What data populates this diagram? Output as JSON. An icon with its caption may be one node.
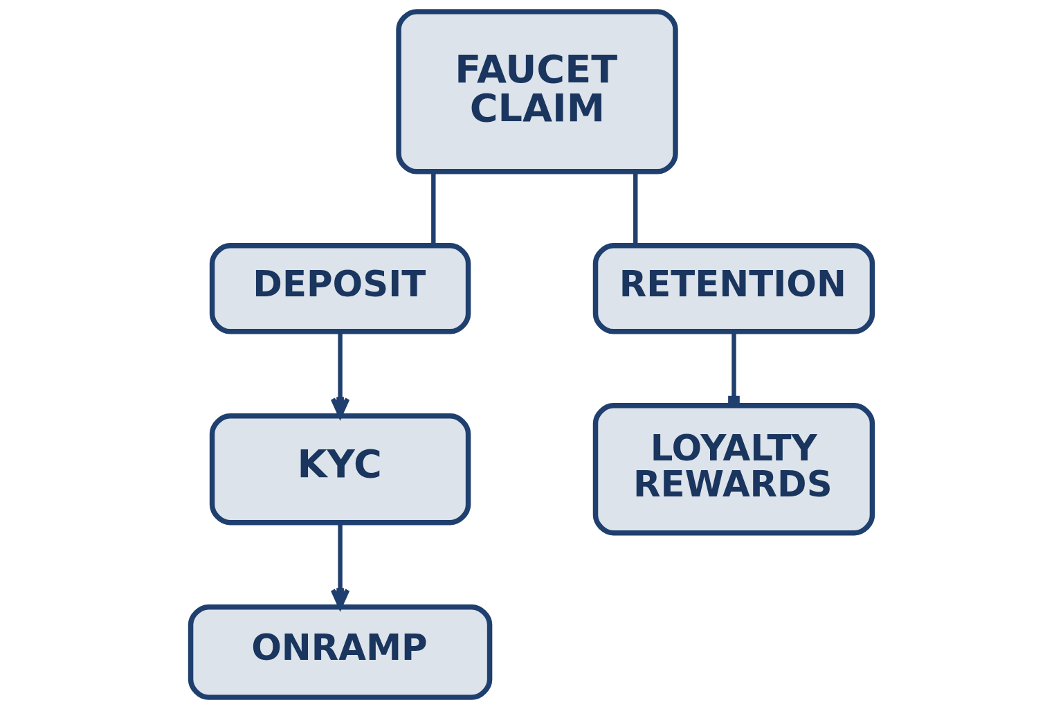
{
  "diagram": {
    "nodes": [
      {
        "text": [
          "FAUCET CLAIM"
        ]
      },
      {
        "text": [
          "DEPOSIT"
        ]
      },
      {
        "text": [
          "RETENTION"
        ]
      },
      {
        "text": [
          "KYC"
        ]
      },
      {
        "text": [
          "LOYALTY REWARDS"
        ]
      },
      {
        "text": [
          "ONRAMP"
        ]
      }
    ],
    "edges": [
      {
        "from": 0,
        "to": 1,
        "arrow": "none"
      },
      {
        "from": 0,
        "to": 2,
        "arrow": "none"
      },
      {
        "from": 1,
        "to": 3,
        "arrow": "to"
      },
      {
        "from": 3,
        "to": 5,
        "arrow": "to"
      },
      {
        "from": 2,
        "to": 4,
        "arrow": "other"
      }
    ]
  }
}
